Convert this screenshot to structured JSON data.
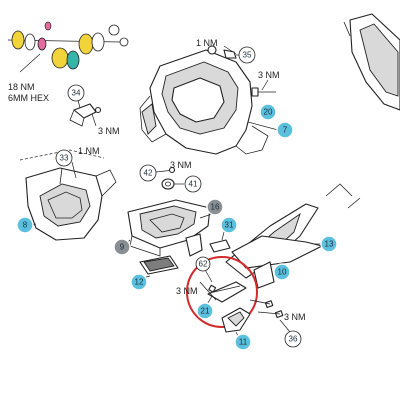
{
  "colors": {
    "callout_blue": "#5bc0de",
    "callout_gray": "#8a8f94",
    "callout_outline": "#ffffff",
    "line": "#222222",
    "highlight_circle": "#d22b2b",
    "yellow_part": "#f1d43a",
    "pink_part": "#e46aa0",
    "teal_part": "#37b3a9"
  },
  "torque_labels": {
    "t18nm": "18 NM",
    "hex": "6MM HEX",
    "t1nm_top": "1 NM",
    "t3nm_top": "3 NM",
    "t3nm_34": "3 NM",
    "t1nm_33": "1 NM",
    "t3nm_42": "3 NM",
    "t3nm_21": "3 NM",
    "t3nm_36": "3 NM"
  },
  "callouts": {
    "c7": "7",
    "c8": "8",
    "c9": "9",
    "c10": "10",
    "c11": "11",
    "c12": "12",
    "c13": "13",
    "c16": "16",
    "c20": "20",
    "c21": "21",
    "c31": "31",
    "c33": "33",
    "c34": "34",
    "c35": "35",
    "c36": "36",
    "c41": "41",
    "c42": "42",
    "c62": "62"
  }
}
